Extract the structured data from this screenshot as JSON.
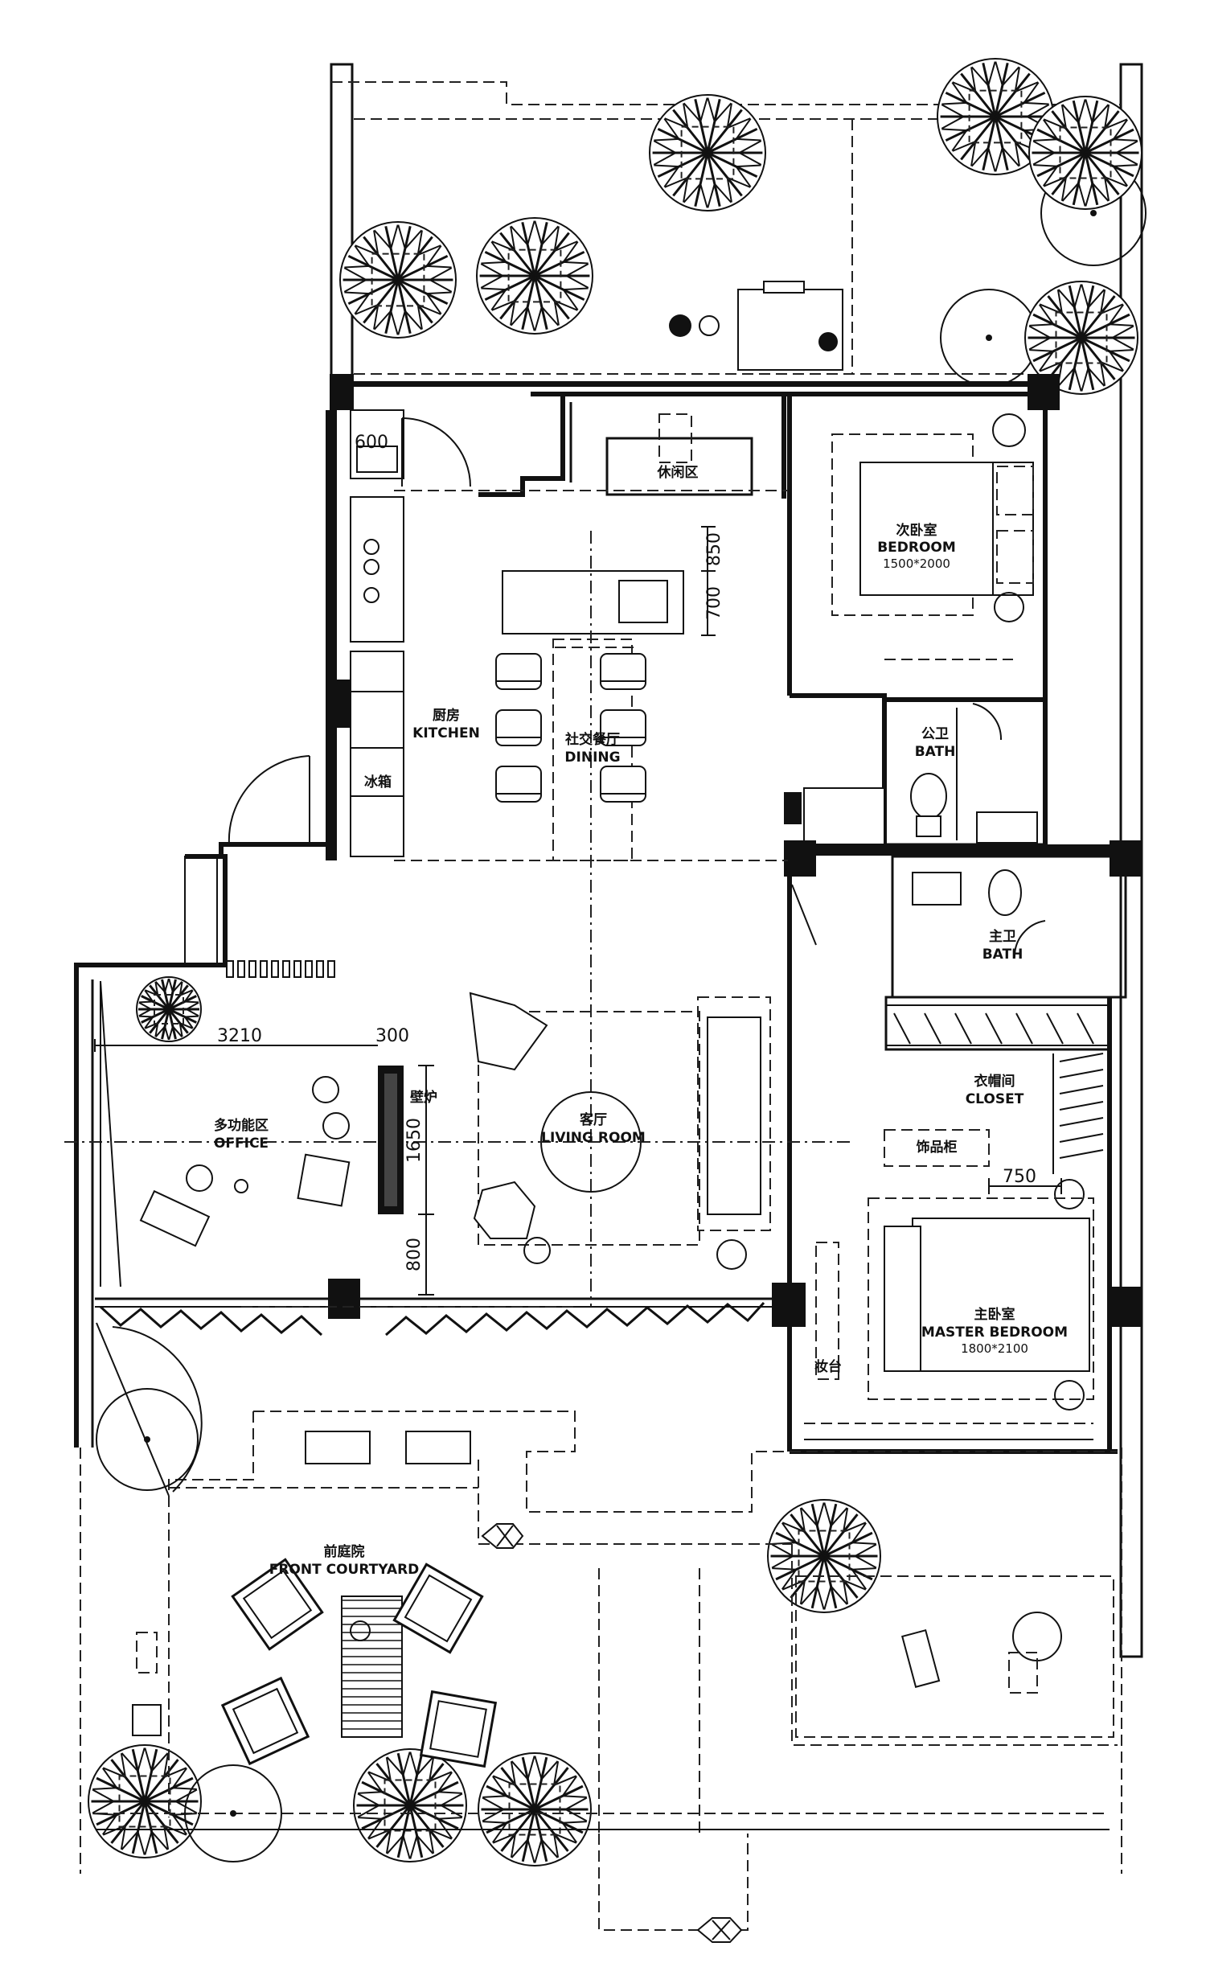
{
  "rooms": {
    "leisure": {
      "zh": "休闲区"
    },
    "bedroom2": {
      "zh": "次卧室",
      "en": "BEDROOM",
      "size": "1500*2000"
    },
    "kitchen": {
      "zh": "厨房",
      "en": "KITCHEN"
    },
    "dining": {
      "zh": "社交餐厅",
      "en": "DINING"
    },
    "fridge": {
      "zh": "冰箱"
    },
    "public_bath": {
      "zh": "公卫",
      "en": "BATH"
    },
    "master_bath": {
      "zh": "主卫",
      "en": "BATH"
    },
    "closet": {
      "zh": "衣帽间",
      "en": "CLOSET"
    },
    "display_cabinet": {
      "zh": "饰品柜"
    },
    "office": {
      "zh": "多功能区",
      "en": "OFFICE"
    },
    "fireplace": {
      "zh": "壁炉"
    },
    "living": {
      "zh": "客厅",
      "en": "LIVING ROOM"
    },
    "master_bedroom": {
      "zh": "主卧室",
      "en": "MASTER BEDROOM",
      "size": "1800*2100"
    },
    "dresser": {
      "zh": "妆台"
    },
    "courtyard": {
      "zh": "前庭院",
      "en": "FRONT COURTYARD"
    }
  },
  "dimensions": {
    "kitchen_600": "600",
    "island_850": "850",
    "island_700": "700",
    "office_width": "3210",
    "fireplace_300": "300",
    "fireplace_1650": "1650",
    "office_800": "800",
    "closet_750": "750"
  },
  "icons": [
    "tree-icon",
    "door-swing-icon",
    "chair-icon",
    "toilet-icon",
    "sink-icon",
    "bed-icon",
    "light-fixture-icon",
    "lantern-icon"
  ]
}
